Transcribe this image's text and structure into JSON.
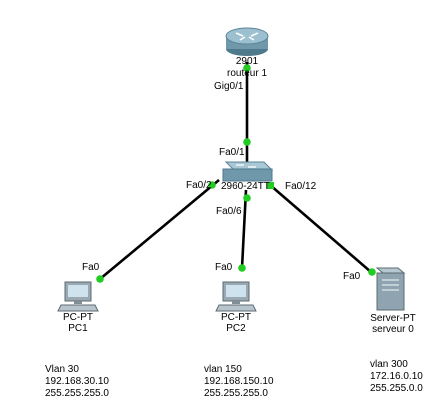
{
  "devices": {
    "router": {
      "model": "2901",
      "name": "routeur 1"
    },
    "switch": {
      "model": "2960-24TT"
    },
    "pc1": {
      "type": "PC-PT",
      "name": "PC1"
    },
    "pc2": {
      "type": "PC-PT",
      "name": "PC2"
    },
    "server": {
      "type": "Server-PT",
      "name": "serveur 0"
    }
  },
  "ports": {
    "router_gig": "Gig0/1",
    "sw_fa01": "Fa0/1",
    "sw_fa02": "Fa0/2",
    "sw_fa06": "Fa0/6",
    "sw_fa012": "Fa0/12",
    "pc1_fa0": "Fa0",
    "pc2_fa0": "Fa0",
    "server_fa0": "Fa0"
  },
  "notes": {
    "pc1": {
      "vlan": "Vlan 30",
      "ip": "192.168.30.10",
      "mask": "255.255.255.0"
    },
    "pc2": {
      "vlan": "vlan 150",
      "ip": "192.168.150.10",
      "mask": "255.255.255.0"
    },
    "server": {
      "vlan": "vlan 300",
      "ip": "172.16.0.10",
      "mask": "255.255.0.0"
    }
  },
  "colors": {
    "link": "#000000",
    "port_up": "#22cc22",
    "router_body": "#6f98aa",
    "switch_body": "#6f98aa",
    "pc_body": "#9aa9b2",
    "server_body": "#8fa3b0"
  }
}
